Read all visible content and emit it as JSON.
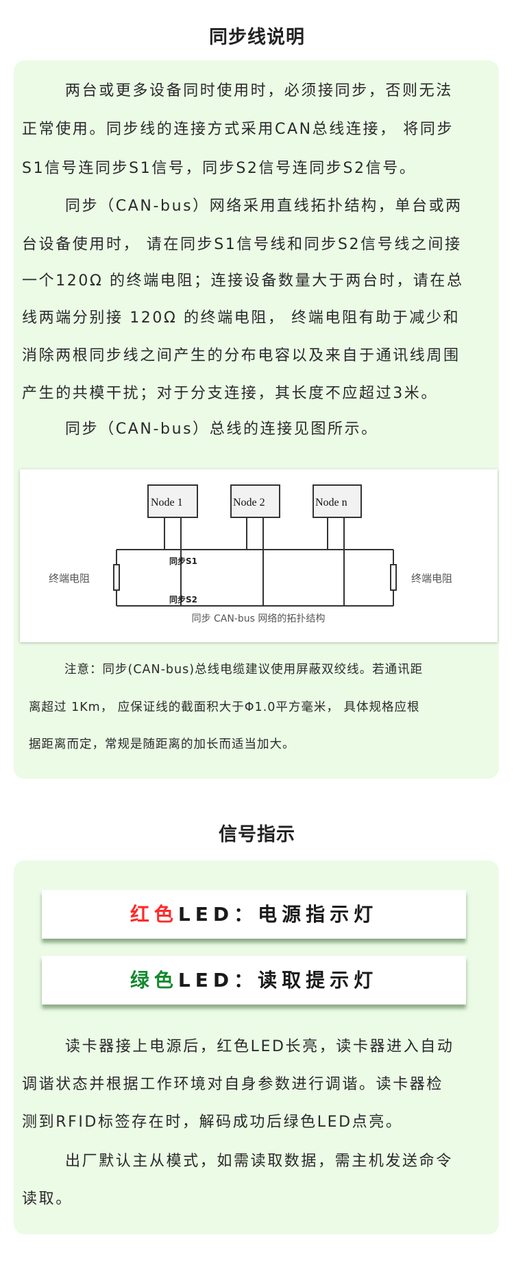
{
  "section1": {
    "title": "同步线说明",
    "lines": [
      "两台或更多设备同时使用时，必须接同步，否则无法",
      "正常使用。同步线的连接方式采用CAN总线连接， 将同步",
      "S1信号连同步S1信号，同步S2信号连同步S2信号。",
      "同步（CAN-bus）网络采用直线拓扑结构，单台或两",
      "台设备使用时， 请在同步S1信号线和同步S2信号线之间接",
      "一个120Ω 的终端电阻；连接设备数量大于两台时，请在总",
      "线两端分别接 120Ω  的终端电阻， 终端电阻有助于减少和",
      "消除两根同步线之间产生的分布电容以及来自于通讯线周围",
      "产生的共模干扰；对于分支连接，其长度不应超过3米。",
      "同步（CAN-bus）总线的连接见图所示。"
    ],
    "diagram": {
      "node1": "Node 1",
      "node2": "Node 2",
      "noden": "Node n",
      "s1": "同步S1",
      "s2": "同步S2",
      "resistor_left": "终端电阻",
      "resistor_right": "终端电阻",
      "caption": "同步 CAN-bus 网络的拓扑结构"
    },
    "note_lines": [
      "注意：同步(CAN-bus)总线电缆建议使用屏蔽双绞线。若通讯距",
      "离超过 1Km， 应保证线的截面积大于Φ1.0平方毫米， 具体规格应根",
      "据距离而定，常规是随距离的加长而适当加大。"
    ]
  },
  "section2": {
    "title": "信号指示",
    "red_banner": {
      "color_word": "红色",
      "rest": "LED：电源指示灯",
      "color": "#ff2a2a"
    },
    "green_banner": {
      "color_word": "绿色",
      "rest": "LED：读取提示灯",
      "color": "#118a2e"
    },
    "lines": [
      "读卡器接上电源后，红色LED长亮，读卡器进入自动",
      "调谐状态并根据工作环境对自身参数进行调谐。读卡器检",
      "测到RFID标签存在时，解码成功后绿色LED点亮。",
      "出厂默认主从模式，如需读取数据，需主机发送命令",
      "读取。"
    ]
  }
}
